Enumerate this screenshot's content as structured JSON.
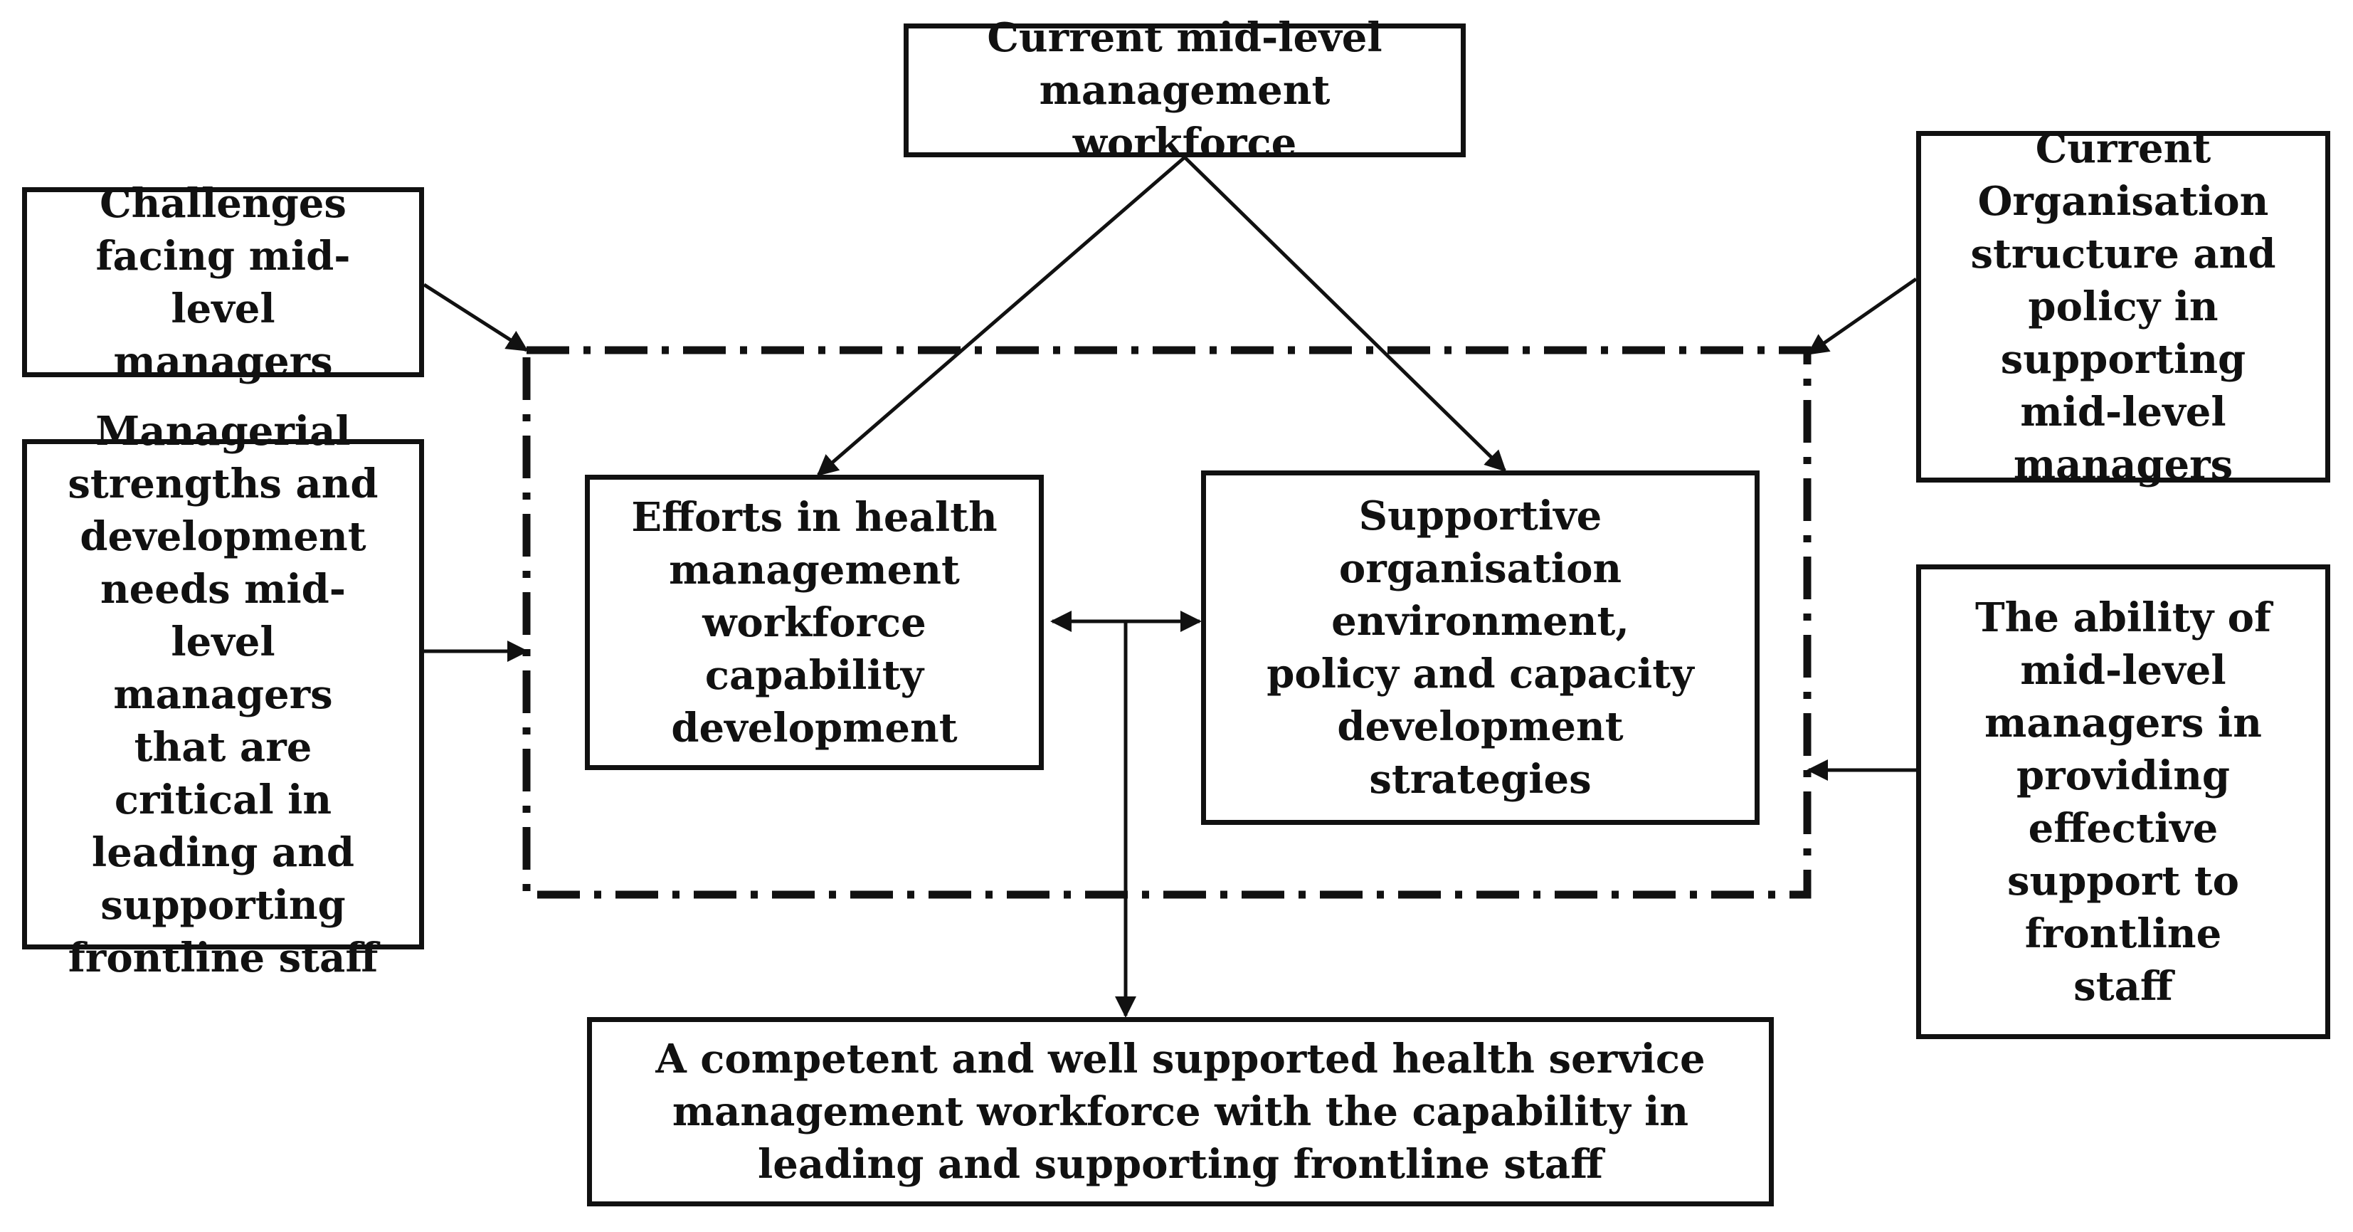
{
  "diagram": {
    "top_box": "Current mid-level management workforce",
    "left_top_box": "Challenges facing mid-level managers",
    "left_bottom_box": "Managerial strengths and development needs mid-level managers that are critical in leading and supporting frontline staff",
    "right_top_box": "Current Organisation structure and policy in supporting mid-level managers",
    "right_bottom_box": "The ability of mid-level managers in providing effective support to frontline staff",
    "center_left_box": "Efforts in health management workforce capability development",
    "center_right_box": "Supportive organisation environment, policy and capacity development strategies",
    "bottom_box": "A competent and well supported health service management workforce with the capability in leading and supporting frontline staff"
  },
  "colors": {
    "line": "#111111",
    "background": "#ffffff"
  }
}
